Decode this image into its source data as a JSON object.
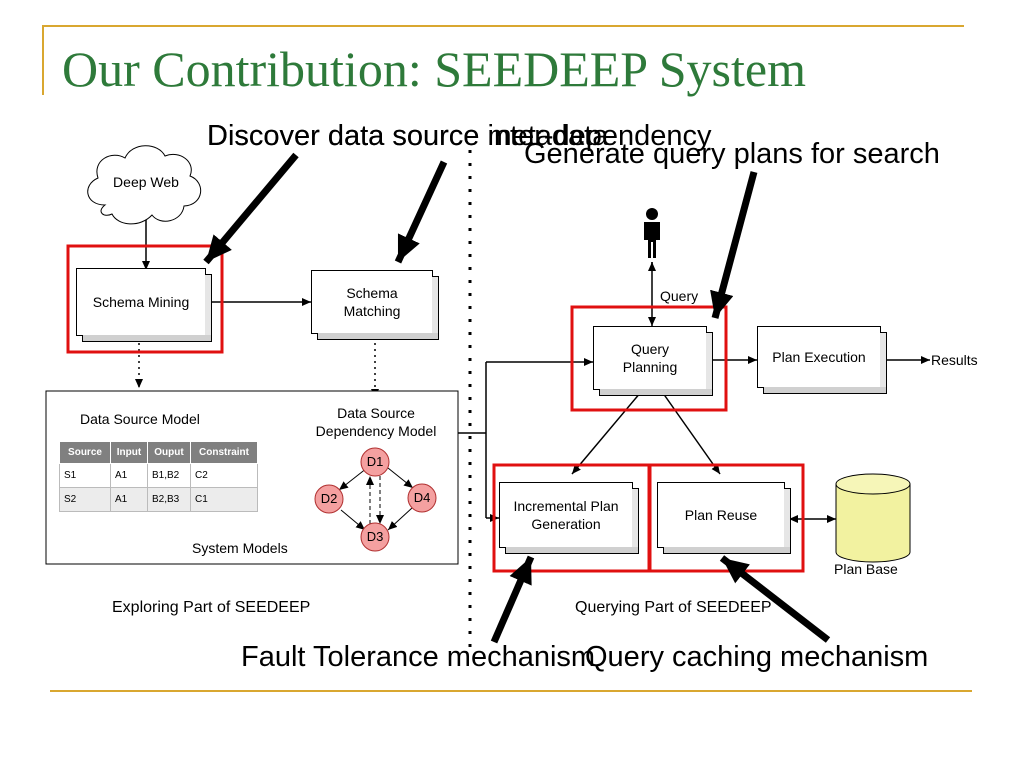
{
  "slide": {
    "title": "Our Contribution: SEEDEEP System",
    "annotations": {
      "discover_metadata": "Discover data source metadata",
      "discover_dependency": "Discover data source inter-dependency",
      "generate_plans": "Generate query plans for search",
      "fault_tolerance": "Fault Tolerance mechanism",
      "query_caching": "Query caching mechanism"
    }
  },
  "exploring": {
    "deep_web": "Deep Web",
    "schema_mining": "Schema Mining",
    "schema_matching": "Schema Matching",
    "data_source_model": "Data Source Model",
    "dependency_model": "Data Source Dependency Model",
    "system_models": "System Models",
    "part_label": "Exploring Part of SEEDEEP",
    "table": {
      "headers": [
        "Source",
        "Input",
        "Ouput",
        "Constraint"
      ],
      "rows": [
        [
          "S1",
          "A1",
          "B1,B2",
          "C2"
        ],
        [
          "S2",
          "A1",
          "B2,B3",
          "C1"
        ]
      ]
    },
    "nodes": [
      "D1",
      "D2",
      "D3",
      "D4"
    ]
  },
  "querying": {
    "query": "Query",
    "query_planning": "Query Planning",
    "plan_execution": "Plan Execution",
    "results": "Results",
    "incremental_plan_generation": "Incremental Plan Generation",
    "plan_reuse": "Plan Reuse",
    "plan_base": "Plan Base",
    "part_label": "Querying Part of SEEDEEP"
  },
  "colors": {
    "title": "#2e7a3a",
    "rule": "#d9a730",
    "highlight": "#e01010",
    "node_fill": "#f4a0a0",
    "cylinder_fill": "#f2f2a0"
  }
}
